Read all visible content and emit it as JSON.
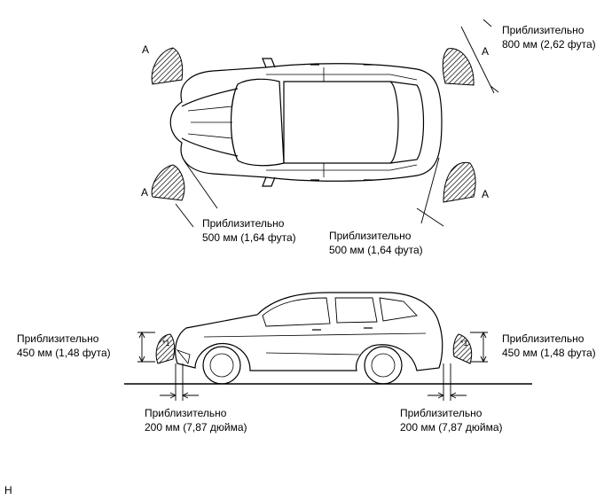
{
  "marker_letter": "A",
  "sensor_tag": "*1",
  "footer_code": "H",
  "labels": {
    "top_right": {
      "line1": "Приблизительно",
      "line2": "800 мм (2,62 фута)"
    },
    "top_left_low": {
      "line1": "Приблизительно",
      "line2": "500 мм (1,64 фута)"
    },
    "top_right_low": {
      "line1": "Приблизительно",
      "line2": "500 мм (1,64 фута)"
    },
    "side_left": {
      "line1": "Приблизительно",
      "line2": "450 мм (1,48 фута)"
    },
    "side_right": {
      "line1": "Приблизительно",
      "line2": "450 мм (1,48 фута)"
    },
    "bottom_left": {
      "line1": "Приблизительно",
      "line2": "200 мм (7,87 дюйма)"
    },
    "bottom_right": {
      "line1": "Приблизительно",
      "line2": "200 мм (7,87 дюйма)"
    }
  }
}
